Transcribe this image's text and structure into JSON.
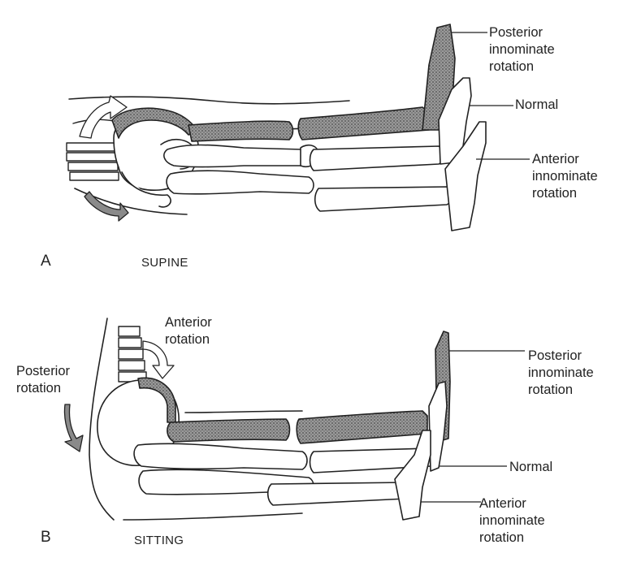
{
  "panel_a": {
    "letter": "A",
    "caption": "SUPINE",
    "labels": {
      "posterior": [
        "Posterior",
        "innominate",
        "rotation"
      ],
      "normal": [
        "Normal"
      ],
      "anterior": [
        "Anterior",
        "innominate",
        "rotation"
      ]
    }
  },
  "panel_b": {
    "letter": "B",
    "caption": "SITTING",
    "labels": {
      "anterior_rotation": [
        "Anterior",
        "rotation"
      ],
      "posterior_rotation": [
        "Posterior",
        "rotation"
      ],
      "posterior": [
        "Posterior",
        "innominate",
        "rotation"
      ],
      "normal": [
        "Normal"
      ],
      "anterior": [
        "Anterior",
        "innominate",
        "rotation"
      ]
    }
  },
  "colors": {
    "stipple_bone": "#7b7b7b",
    "outline": "#222222",
    "arrow_fill": "#8a8a8a"
  }
}
